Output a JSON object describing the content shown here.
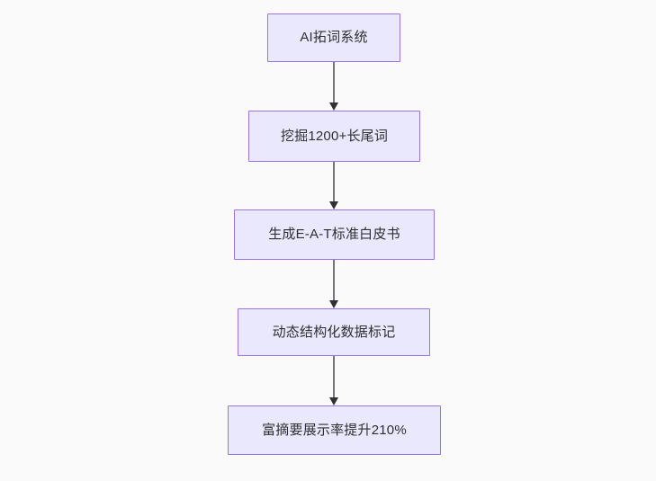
{
  "diagram": {
    "type": "flowchart",
    "direction": "top-to-bottom",
    "background_color": "#fafafa",
    "node_fill_color": "#eae8fc",
    "node_border_color": "#9a73e0",
    "node_text_color": "#2f2f32",
    "connector_color": "#74757a",
    "arrowhead_color": "#2f3033",
    "nodes": [
      {
        "id": "n0",
        "label": "AI拓词系统"
      },
      {
        "id": "n1",
        "label": "挖掘1200+长尾词"
      },
      {
        "id": "n2",
        "label": "生成E-A-T标准白皮书"
      },
      {
        "id": "n3",
        "label": "动态结构化数据标记"
      },
      {
        "id": "n4",
        "label": "富摘要展示率提升210%"
      }
    ],
    "edges": [
      {
        "id": "e0",
        "from": "n0",
        "to": "n1",
        "label": ""
      },
      {
        "id": "e1",
        "from": "n1",
        "to": "n2",
        "label": ""
      },
      {
        "id": "e2",
        "from": "n2",
        "to": "n3",
        "label": ""
      },
      {
        "id": "e3",
        "from": "n3",
        "to": "n4",
        "label": ""
      }
    ]
  }
}
